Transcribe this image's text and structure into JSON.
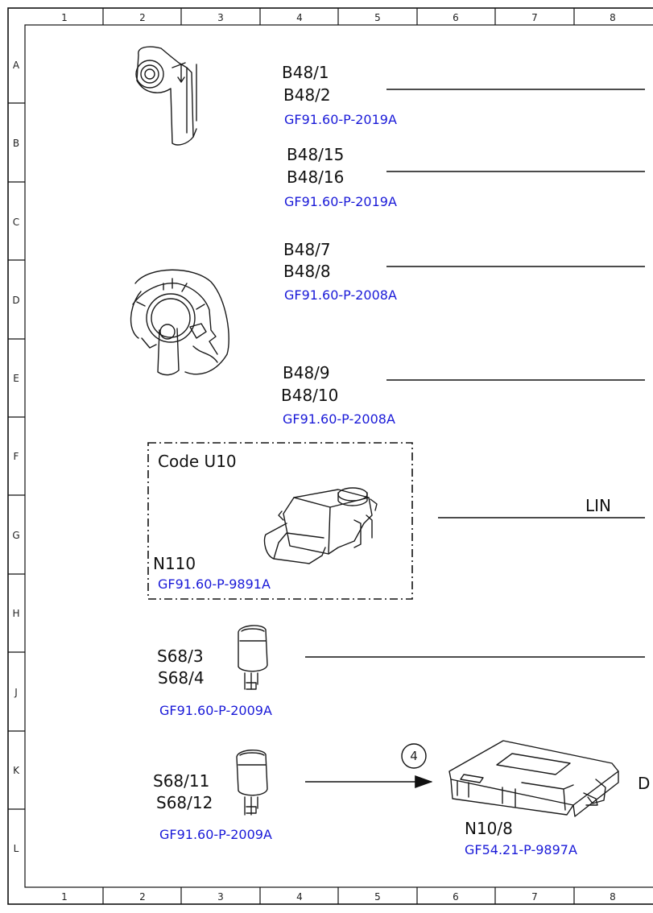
{
  "grid": {
    "columns": [
      "1",
      "2",
      "3",
      "4",
      "5",
      "6",
      "7",
      "8"
    ],
    "rows": [
      "A",
      "B",
      "C",
      "D",
      "E",
      "F",
      "G",
      "H",
      "J",
      "K",
      "L"
    ]
  },
  "components": {
    "b48_1": {
      "label_a": "B48/1",
      "label_b": "B48/2",
      "ref": "GF91.60-P-2019A"
    },
    "b48_15": {
      "label_a": "B48/15",
      "label_b": "B48/16",
      "ref": "GF91.60-P-2019A"
    },
    "b48_7": {
      "label_a": "B48/7",
      "label_b": "B48/8",
      "ref": "GF91.60-P-2008A"
    },
    "b48_9": {
      "label_a": "B48/9",
      "label_b": "B48/10",
      "ref": "GF91.60-P-2008A"
    },
    "n110": {
      "code": "Code U10",
      "label": "N110",
      "ref": "GF91.60-P-9891A",
      "bus": "LIN"
    },
    "s68_3": {
      "label_a": "S68/3",
      "label_b": "S68/4",
      "ref": "GF91.60-P-2009A"
    },
    "s68_11": {
      "label_a": "S68/11",
      "label_b": "S68/12",
      "ref": "GF91.60-P-2009A"
    },
    "n10_8": {
      "label": "N10/8",
      "ref": "GF54.21-P-9897A",
      "marker": "4",
      "edge_text": "D"
    }
  },
  "colors": {
    "reference_link": "#1a1ad8",
    "line": "#111111"
  }
}
